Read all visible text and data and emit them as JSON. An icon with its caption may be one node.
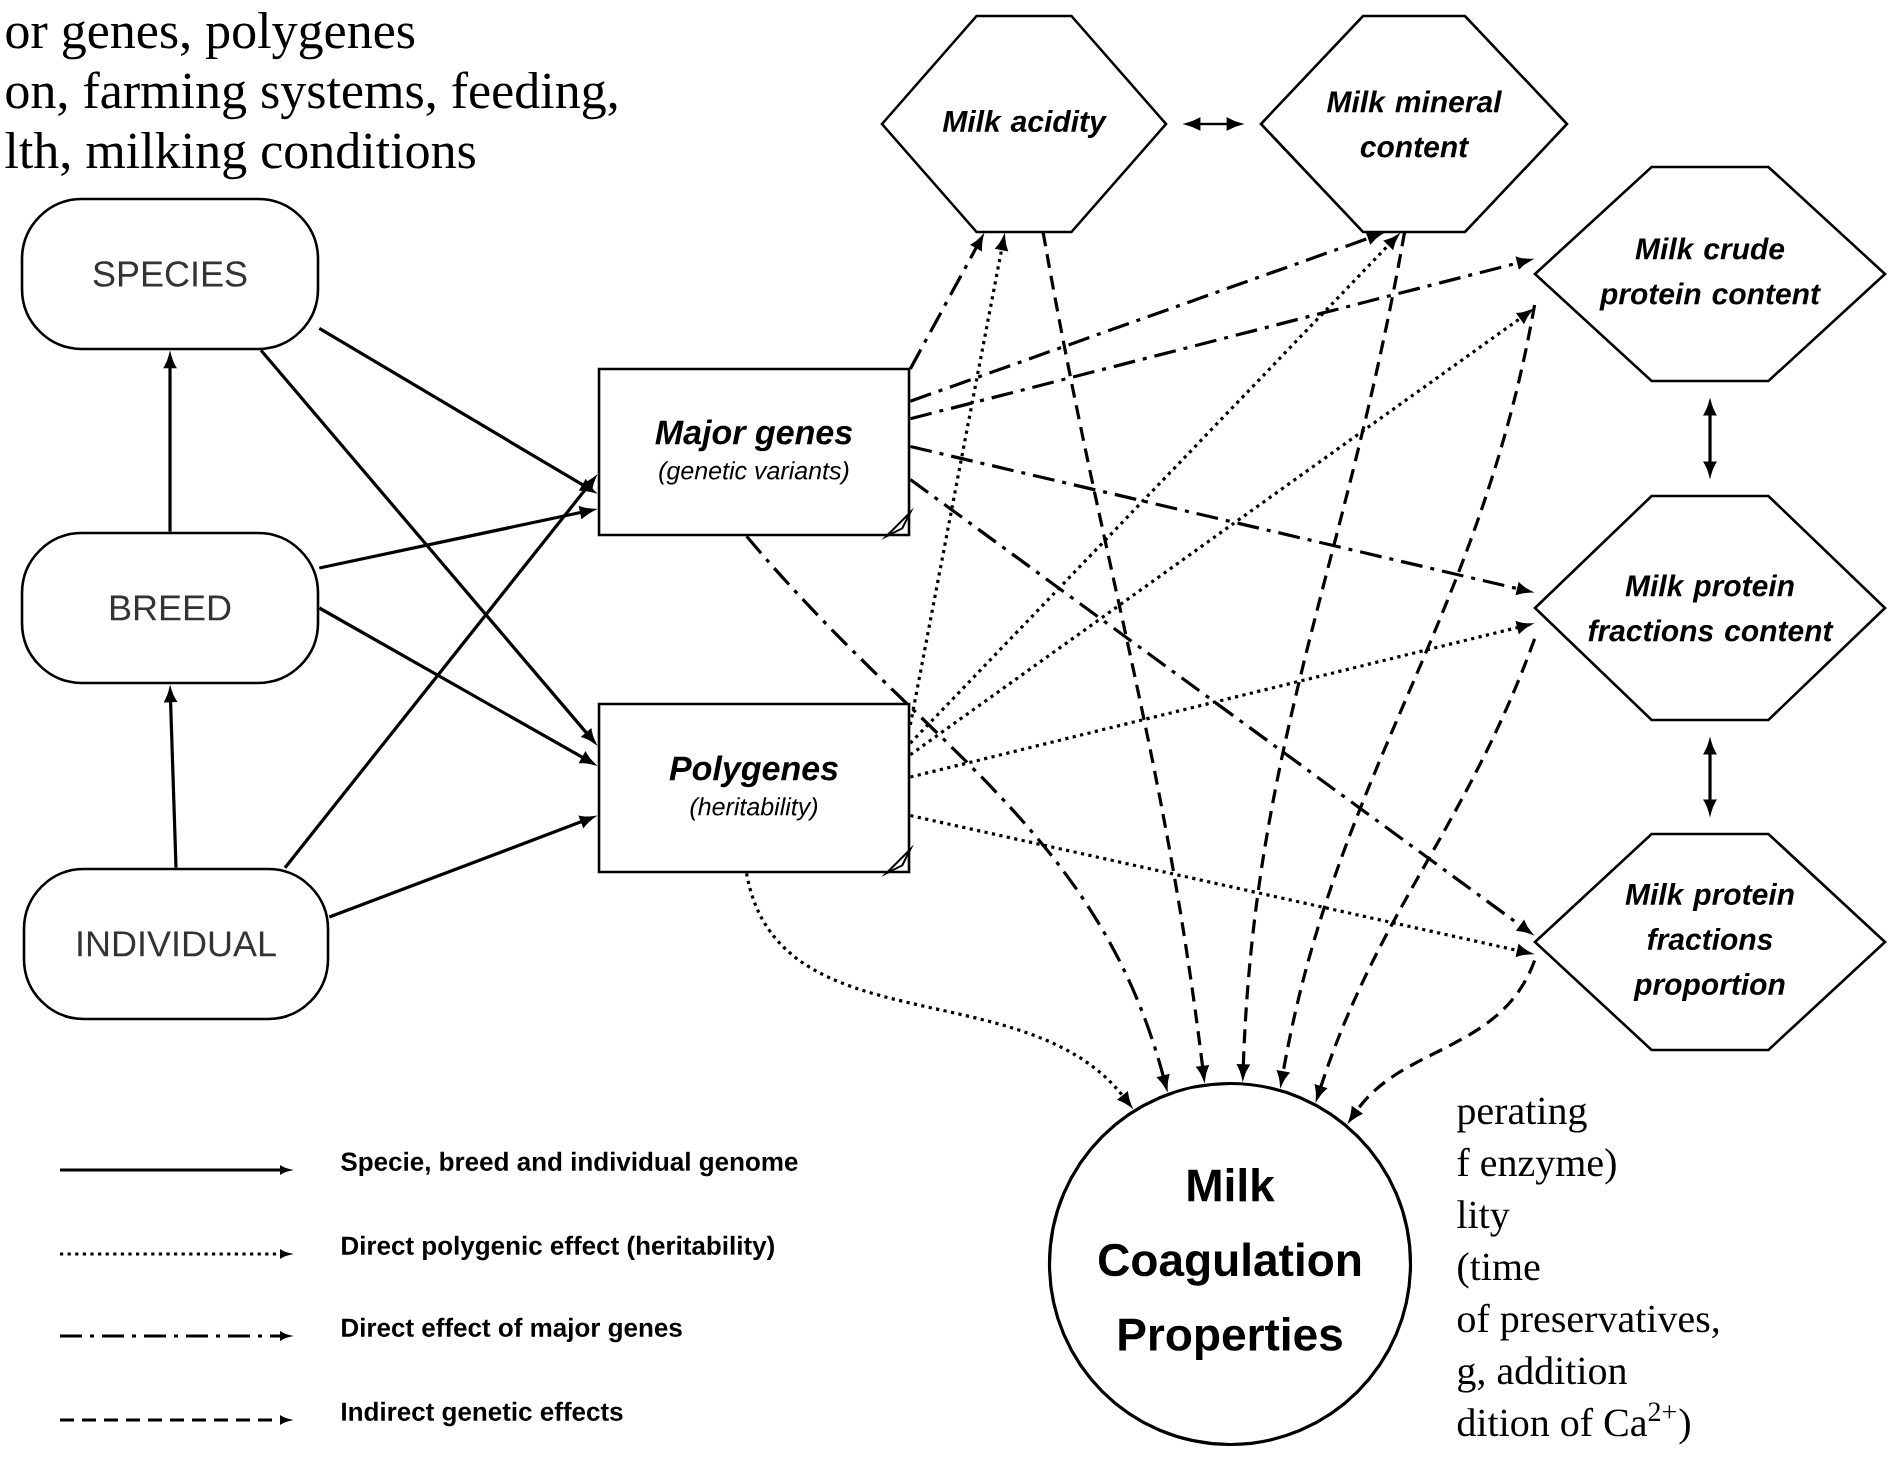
{
  "diagram": {
    "nodes": [
      {
        "text": [
          "SPECIES"
        ]
      },
      {
        "text": [
          "BREED"
        ]
      },
      {
        "text": [
          "INDIVIDUAL"
        ]
      },
      {
        "text": [
          "Major genes",
          "(genetic variants)"
        ]
      },
      {
        "text": [
          "Polygenes",
          "(heritability)"
        ]
      },
      {
        "text": [
          "Milk acidity"
        ]
      },
      {
        "text": [
          "Milk mineral content"
        ]
      },
      {
        "text": [
          "Milk crude protein content"
        ]
      },
      {
        "text": [
          "Milk protein fractions content"
        ]
      },
      {
        "text": [
          "Milk protein fractions proportion"
        ]
      },
      {
        "text": [
          "Milk Coagulation Properties"
        ]
      }
    ],
    "edges": [
      {
        "from": 2,
        "to": 1,
        "arrow": "to"
      },
      {
        "from": 1,
        "to": 0,
        "arrow": "to"
      },
      {
        "from": 0,
        "to": 3,
        "arrow": "to"
      },
      {
        "from": 0,
        "to": 4,
        "arrow": "to"
      },
      {
        "from": 1,
        "to": 3,
        "arrow": "to"
      },
      {
        "from": 1,
        "to": 4,
        "arrow": "to"
      },
      {
        "from": 2,
        "to": 3,
        "arrow": "to"
      },
      {
        "from": 2,
        "to": 4,
        "arrow": "to"
      },
      {
        "from": 5,
        "to": 6,
        "arrow": "both"
      },
      {
        "from": 7,
        "to": 8,
        "arrow": "both"
      },
      {
        "from": 8,
        "to": 9,
        "arrow": "both"
      },
      {
        "from": 3,
        "to": 5,
        "arrow": "to",
        "style": "dashed"
      },
      {
        "from": 3,
        "to": 6,
        "arrow": "to",
        "style": "dashed"
      },
      {
        "from": 3,
        "to": 7,
        "arrow": "to",
        "style": "dashed"
      },
      {
        "from": 3,
        "to": 8,
        "arrow": "to",
        "style": "dashed"
      },
      {
        "from": 3,
        "to": 9,
        "arrow": "to",
        "style": "dashed"
      },
      {
        "from": 3,
        "to": 10,
        "arrow": "to",
        "style": "dashed"
      },
      {
        "from": 4,
        "to": 5,
        "arrow": "to",
        "style": "dashed"
      },
      {
        "from": 4,
        "to": 6,
        "arrow": "to",
        "style": "dashed"
      },
      {
        "from": 4,
        "to": 7,
        "arrow": "to",
        "style": "dashed"
      },
      {
        "from": 4,
        "to": 8,
        "arrow": "to",
        "style": "dashed"
      },
      {
        "from": 4,
        "to": 9,
        "arrow": "to",
        "style": "dashed"
      },
      {
        "from": 4,
        "to": 10,
        "arrow": "to",
        "style": "dashed"
      },
      {
        "from": 5,
        "to": 10,
        "arrow": "to",
        "style": "dashed"
      },
      {
        "from": 6,
        "to": 10,
        "arrow": "to",
        "style": "dashed"
      },
      {
        "from": 7,
        "to": 10,
        "arrow": "to",
        "style": "dashed"
      },
      {
        "from": 8,
        "to": 10,
        "arrow": "to",
        "style": "dashed"
      },
      {
        "from": 9,
        "to": 10,
        "arrow": "to",
        "style": "dashed"
      }
    ],
    "labels": [
      "or genes, polygenes",
      "on, farming systems, feeding,",
      "lth, milking conditions",
      "perating",
      "f enzyme)",
      "lity",
      "(time",
      "of preservatives,",
      "g, addition",
      "dition of Ca$^{2+}$)"
    ],
    "legend": [
      {
        "text": "Specie, breed and individual genome"
      },
      {
        "text": "Direct polygenic effect (heritability)"
      },
      {
        "text": "Direct effect of major genes"
      },
      {
        "text": "Indirect genetic effects"
      }
    ]
  }
}
